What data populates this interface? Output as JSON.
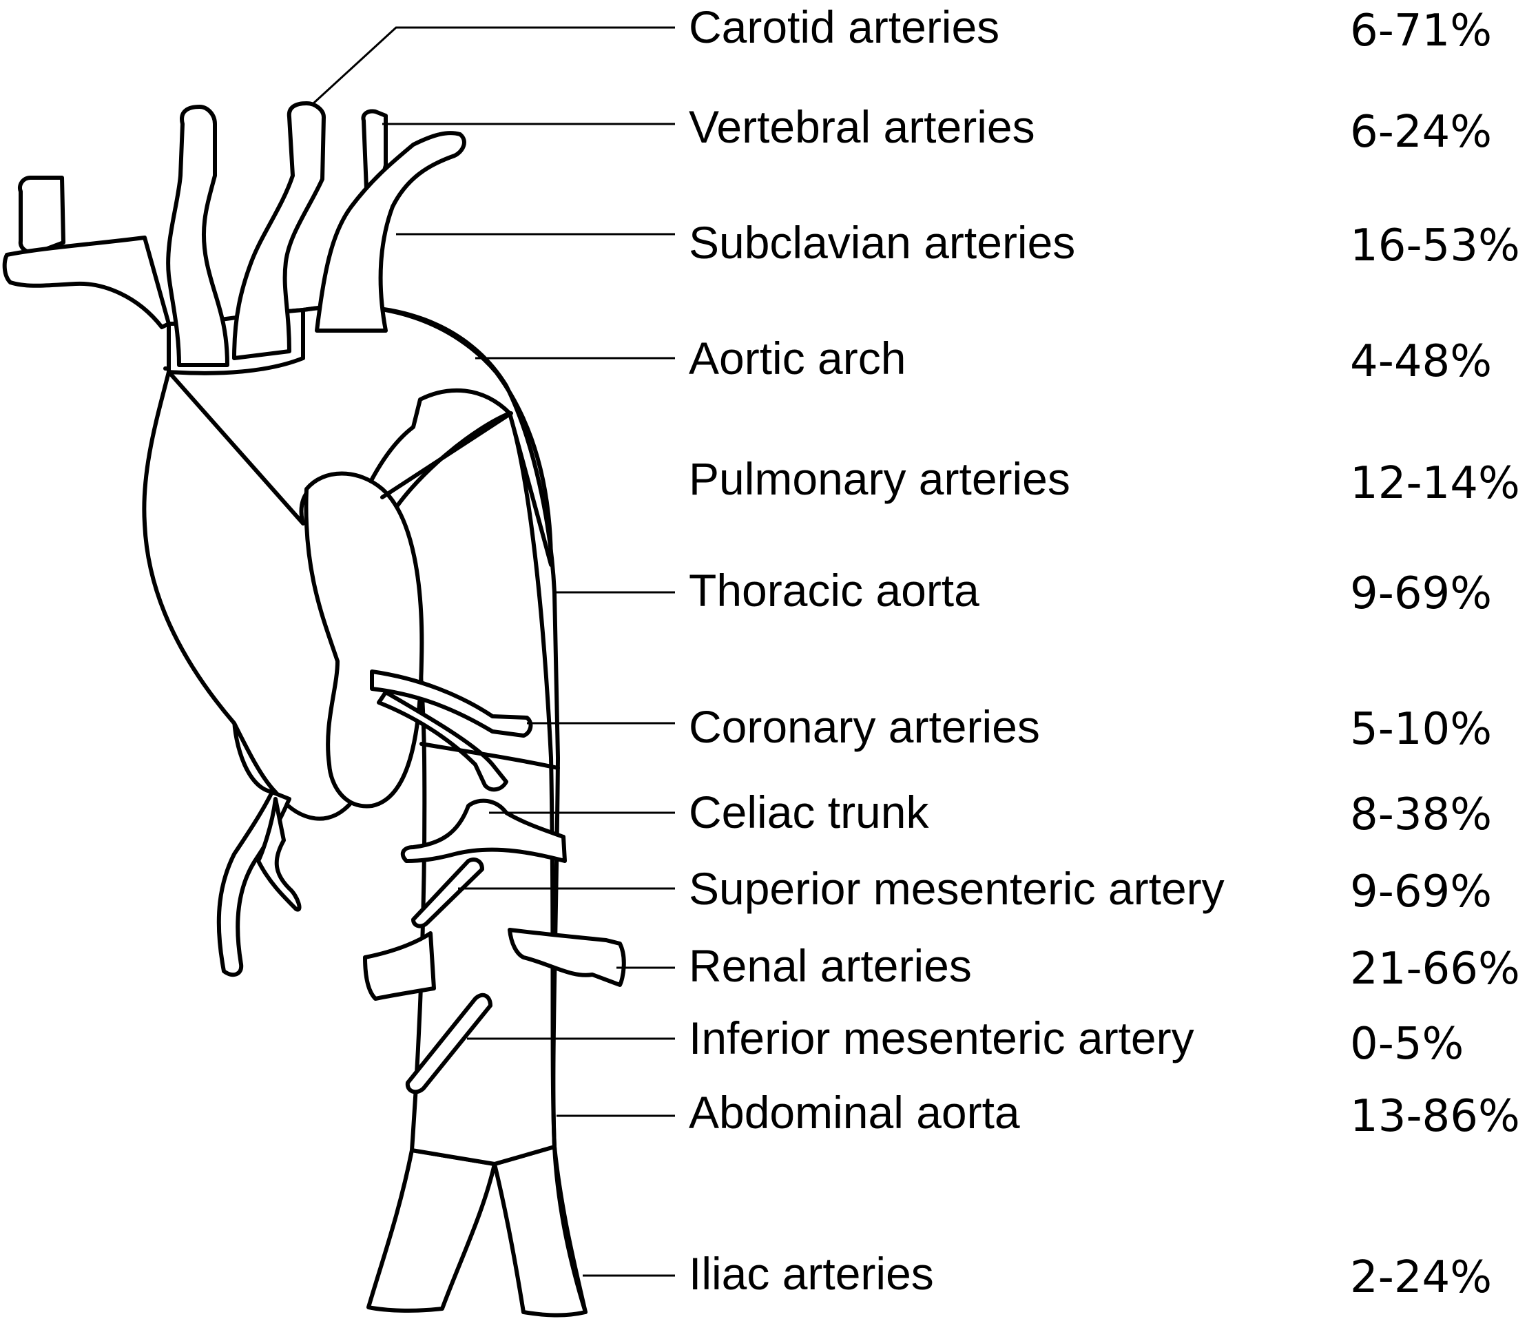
{
  "labels": [
    {
      "id": "carotid",
      "name": "Carotid arteries",
      "percent": "6-71%"
    },
    {
      "id": "vertebral",
      "name": "Vertebral arteries",
      "percent": "6-24%"
    },
    {
      "id": "subclavian",
      "name": "Subclavian arteries",
      "percent": "16-53%"
    },
    {
      "id": "arch",
      "name": "Aortic arch",
      "percent": "4-48%"
    },
    {
      "id": "pulmonary",
      "name": "Pulmonary arteries",
      "percent": "12-14%"
    },
    {
      "id": "thoracic",
      "name": "Thoracic aorta",
      "percent": "9-69%"
    },
    {
      "id": "coronary",
      "name": "Coronary arteries",
      "percent": "5-10%"
    },
    {
      "id": "celiac",
      "name": "Celiac trunk",
      "percent": "8-38%"
    },
    {
      "id": "sma",
      "name": "Superior mesenteric artery",
      "percent": "9-69%"
    },
    {
      "id": "renal",
      "name": "Renal arteries",
      "percent": "21-66%"
    },
    {
      "id": "ima",
      "name": "Inferior mesenteric artery",
      "percent": "0-5%"
    },
    {
      "id": "abdominal",
      "name": "Abdominal aorta",
      "percent": "13-86%"
    },
    {
      "id": "iliac",
      "name": "Iliac arteries",
      "percent": "2-24%"
    }
  ]
}
